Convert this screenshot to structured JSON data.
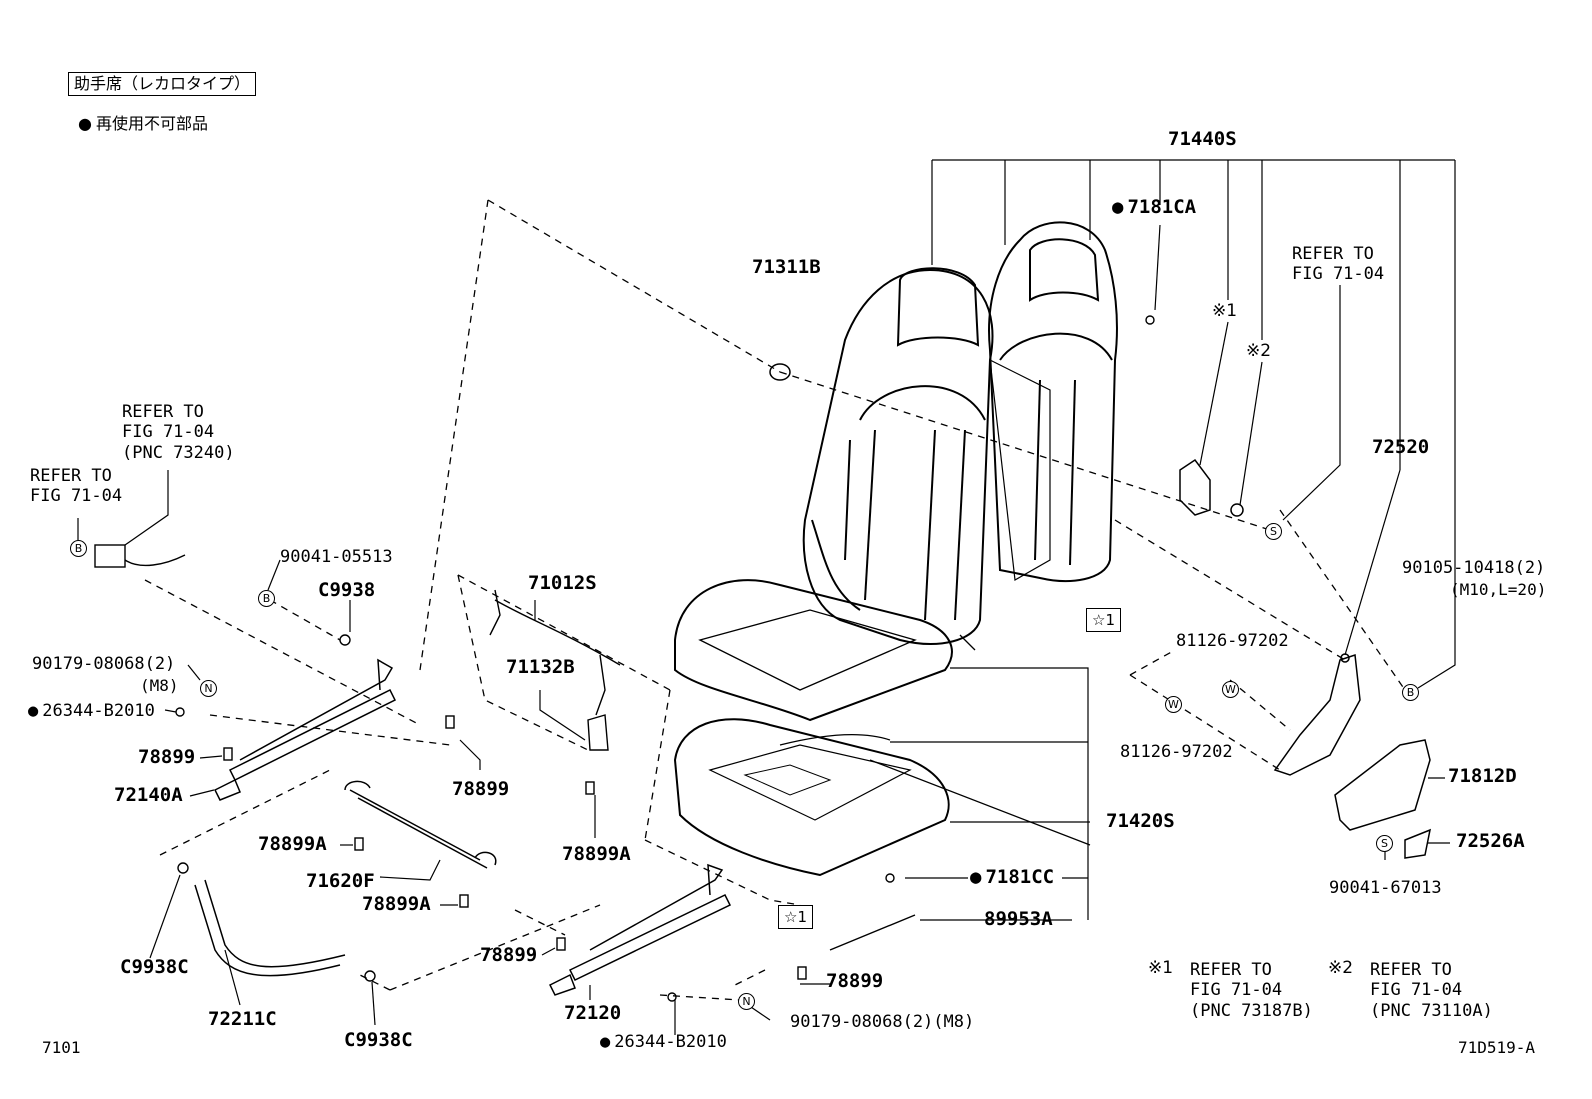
{
  "header": {
    "title": "助手席（レカロタイプ）",
    "legend": "再使用不可部品"
  },
  "parts": {
    "p71440S": "71440S",
    "p7181CA": "7181CA",
    "p71311B": "71311B",
    "p72520": "72520",
    "p71012S": "71012S",
    "p71132B": "71132B",
    "p90041_05513": "90041-05513",
    "pC9938": "C9938",
    "p90179_08068_2": "90179-08068(2)",
    "pM8": "(M8)",
    "p26344_B2010_a": "26344-B2010",
    "p78899_a": "78899",
    "p72140A": "72140A",
    "p78899_b": "78899",
    "p78899A_a": "78899A",
    "p71620F": "71620F",
    "p78899A_b": "78899A",
    "p78899A_c": "78899A",
    "pC9938C_a": "C9938C",
    "p72211C": "72211C",
    "pC9938C_b": "C9938C",
    "p78899_c": "78899",
    "p72120": "72120",
    "p26344_B2010_b": "26344-B2010",
    "p90179_08068_2_M8": "90179-08068(2)(M8)",
    "p78899_d": "78899",
    "p89953A": "89953A",
    "p7181CC": "7181CC",
    "p71420S": "71420S",
    "p81126_97202_a": "81126-97202",
    "p81126_97202_b": "81126-97202",
    "p90105_10418_2": "90105-10418(2)",
    "pM10L20": "(M10,L=20)",
    "p71812D": "71812D",
    "p72526A": "72526A",
    "p90041_67013": "90041-67013"
  },
  "refs": {
    "r1": "REFER TO\nFIG 71-04\n(PNC 73240)",
    "r2": "REFER TO\nFIG 71-04",
    "r3": "REFER TO\nFIG 71-04",
    "note1_mark": "※1",
    "note1": "REFER TO\nFIG 71-04\n(PNC 73187B)",
    "note2_mark": "※2",
    "note2": "REFER TO\nFIG 71-04\n(PNC 73110A)"
  },
  "markers": {
    "B": "B",
    "N": "N",
    "S": "S",
    "W": "W",
    "star1": "☆1",
    "k1": "※1",
    "k2": "※2"
  },
  "footer": {
    "fig_number": "7101",
    "drawing_code": "71D519-A"
  }
}
